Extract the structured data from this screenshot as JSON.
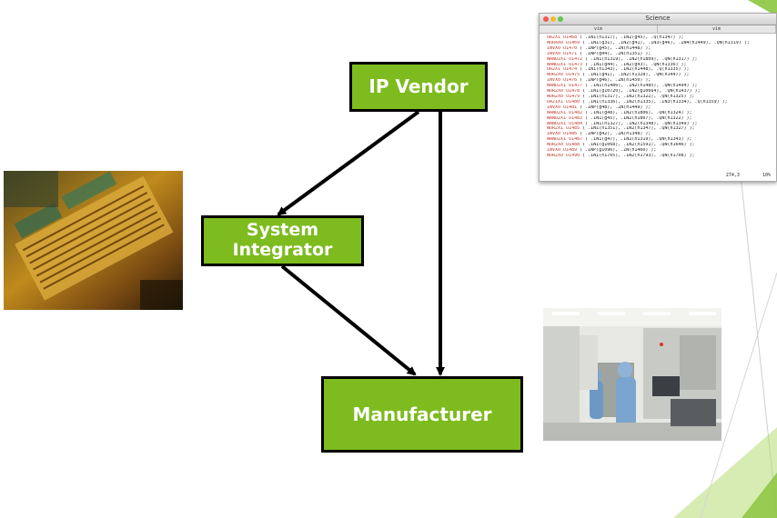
{
  "diagram": {
    "nodes": {
      "ip_vendor": "IP Vendor",
      "system_integrator_line1": "System",
      "system_integrator_line2": "Integrator",
      "manufacturer": "Manufacturer"
    },
    "edges": [
      {
        "from": "IP Vendor",
        "to": "System Integrator"
      },
      {
        "from": "IP Vendor",
        "to": "Manufacturer"
      },
      {
        "from": "System Integrator",
        "to": "Manufacturer"
      }
    ]
  },
  "terminal": {
    "title": "Science",
    "tabs": [
      "vim",
      "vim"
    ],
    "lines": [
      {
        "cell": "OR2X1 U1468",
        "args": " ( .IN1(n1317), .IN2(g45), .Q(n1347) );"
      },
      {
        "cell": "NOR4X0 U1469",
        "args": " ( .IN1(g31), .IN2(g41), .IN3(g46), .IN4(n1449), .QN(n1319) );"
      },
      {
        "cell": "INVX0 U1470",
        "args": " ( .INP(g45), .ZN(n1448) );"
      },
      {
        "cell": "INVX0 U1471",
        "args": " ( .INP(g44), .ZN(n1351) );"
      },
      {
        "cell": "NAND2X1 U1472",
        "args": " ( .IN1(n1319), .IN2(n1809), .QN(n1317) );"
      },
      {
        "cell": "NAND2X1 U1473",
        "args": " ( .IN1(g44), .IN2(g43), .QN(n1336) );"
      },
      {
        "cell": "OR2X1 U1474",
        "args": " ( .IN1(n1343), .IN2(n1448), .Q(n1335) );"
      },
      {
        "cell": "NOR2X0 U1475",
        "args": " ( .IN1(g41), .IN2(n1328), .QN(n1447) );"
      },
      {
        "cell": "INVX0 U1476",
        "args": " ( .INP(g46), .ZN(n1450) );"
      },
      {
        "cell": "NAND2X1 U1477",
        "args": " ( .IN1(n1486), .IN2(n1485), .QN(n1494) );"
      },
      {
        "cell": "NOR2X0 U1478",
        "args": " ( .IN1(g10720), .IN2(g10664), .QN(n1437) );"
      },
      {
        "cell": "NOR2X0 U1479",
        "args": " ( .IN1(n1317), .IN2(n1322), .QN(n1325) );"
      },
      {
        "cell": "OA21X1 U1480",
        "args": " ( .IN1(n1336), .IN2(n1335), .IN3(n1334), .Q(n1359) );"
      },
      {
        "cell": "INVX0 U1481",
        "args": " ( .INP(g48), .ZN(n1449) );"
      },
      {
        "cell": "NAND2X1 U1482",
        "args": " ( .IN1(g48), .IN2(n1806), .QN(n1324) );"
      },
      {
        "cell": "NAND2X1 U1483",
        "args": " ( .IN1(g45), .IN2(n1807), .QN(n1322) );"
      },
      {
        "cell": "NAND2X1 U1484",
        "args": " ( .IN1(n1327), .IN2(n1348), .QN(n1349) );"
      },
      {
        "cell": "NOR2X1 U1485",
        "args": " ( .IN1(n1351), .IN2(n1347), .QN(n1327) );"
      },
      {
        "cell": "INVX0 U1486",
        "args": " ( .INP(g42), .ZN(n1348) );"
      },
      {
        "cell": "NAND2X1 U1487",
        "args": " ( .IN1(g47), .IN2(n1319), .QN(n1343) );"
      },
      {
        "cell": "NOR2X0 U1488",
        "args": " ( .IN1(g1068), .IN2(n1591), .QN(n1646) );"
      },
      {
        "cell": "INVX0 U1489",
        "args": " ( .INP(g1096), .ZN(n1460) );"
      },
      {
        "cell": "NOR2X0 U1490",
        "args": " ( .IN1(n1705), .IN2(n1793), .QN(n1708) );"
      }
    ],
    "status_position": "274,3",
    "status_percent": "10%"
  },
  "colors": {
    "box_fill": "#7dbb1f",
    "box_border": "#000000",
    "box_text": "#ffffff",
    "accent_green": "#8cc63f"
  }
}
